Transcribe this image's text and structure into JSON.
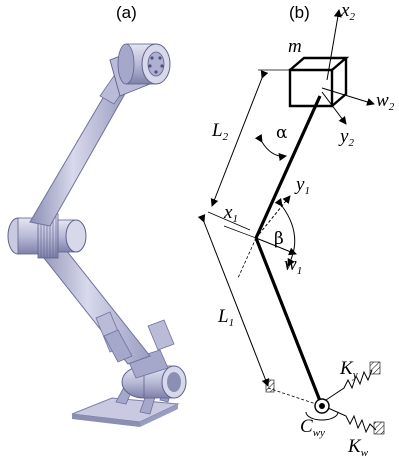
{
  "panels": {
    "left": "(a)",
    "right": "(b)"
  },
  "labels": {
    "mass": "m",
    "x2": {
      "main": "x",
      "sub": "2"
    },
    "w2": {
      "main": "w",
      "sub": "2"
    },
    "y2": {
      "main": "y",
      "sub": "2"
    },
    "L2": {
      "main": "L",
      "sub": "2"
    },
    "alpha": "α",
    "y1": {
      "main": "y",
      "sub": "1"
    },
    "x1": {
      "main": "x",
      "sub": "1"
    },
    "beta": "β",
    "w1": {
      "main": "w",
      "sub": "1"
    },
    "L1": {
      "main": "L",
      "sub": "1"
    },
    "Ky": {
      "main": "K",
      "sub": "y"
    },
    "Cwy": {
      "main": "C",
      "sub": "wy"
    },
    "Kw": {
      "main": "K",
      "sub": "w"
    }
  },
  "colors": {
    "arm_light": "#d8d9ec",
    "arm_mid": "#b9bbd8",
    "arm_dark": "#8c8fb4",
    "line": "#000000"
  }
}
